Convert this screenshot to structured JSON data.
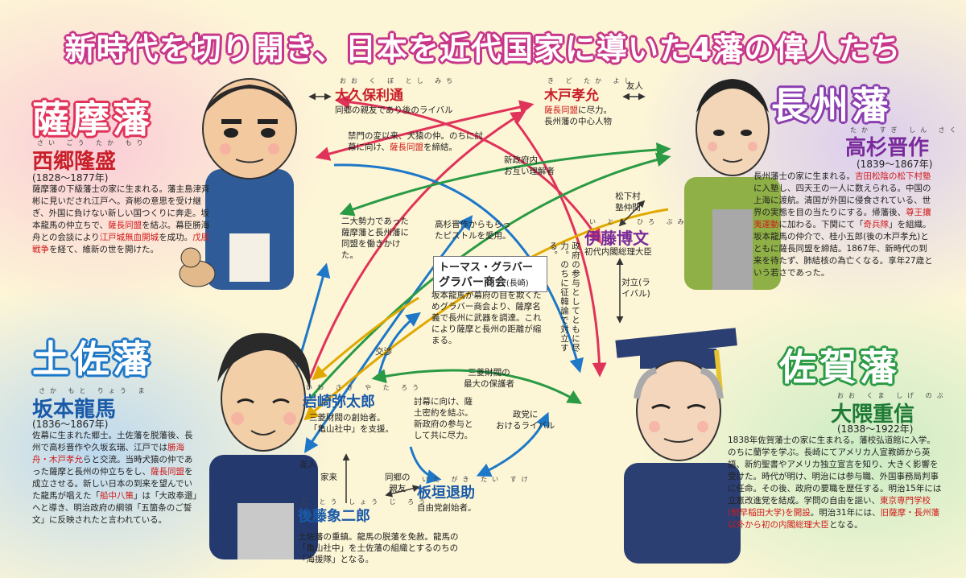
{
  "title": "新時代を切り開き、日本を近代国家に導いた4藩の偉人たち",
  "domains": {
    "satsuma": "薩摩藩",
    "choshu": "長州藩",
    "tosa": "土佐藩",
    "saga": "佐賀藩"
  },
  "people": {
    "saigo": {
      "ruby": "さい ごう たか もり",
      "name": "西郷隆盛",
      "years": "(1828〜1877年)",
      "bio": [
        {
          "t": "薩摩藩の下級藩士の家に生まれる。藩主島津斉彬に見いだされ江戸へ。斉彬の意思を受け継ぎ、外国に負けない新しい国つくりに奔走。坂本龍馬の仲立ちで、"
        },
        {
          "t": "薩長同盟",
          "hl": true
        },
        {
          "t": "を結ぶ。幕臣勝海舟との会談により"
        },
        {
          "t": "江戸城無血開城",
          "hl": true
        },
        {
          "t": "を成功。"
        },
        {
          "t": "戊辰戦争",
          "hl": true
        },
        {
          "t": "を経て、維新の世を開けた。"
        }
      ]
    },
    "okubo": {
      "ruby": "おお く ぼ とし みち",
      "name": "大久保利通",
      "desc": "同郷の親友であり後のライバル"
    },
    "kido": {
      "ruby": "き ど たか よし",
      "name": "木戸孝允",
      "desc_hl": "薩長同盟",
      "desc_rest": "に尽力。",
      "desc2": "長州藩の中心人物",
      "friend": "友人"
    },
    "takasugi": {
      "ruby": "たか すぎ しん さく",
      "name": "高杉晋作",
      "years": "(1839〜1867年)",
      "bio": [
        {
          "t": "長州藩士の家に生まれる。"
        },
        {
          "t": "吉田松陰の松下村塾",
          "hl": true
        },
        {
          "t": "に入塾し、四天王の一人に数えられる。中国の上海に渡航。清国が外国に侵食されている、世界の実態を目の当たりにする。帰藩後、"
        },
        {
          "t": "尊王攘夷運動",
          "hl": true
        },
        {
          "t": "に加わる。下関にて「"
        },
        {
          "t": "奇兵隊",
          "hl": true
        },
        {
          "t": "」を組織。坂本龍馬の仲介で、桂小五郎(後の木戸孝允)とともに薩長同盟を締結。1867年、新時代の到来を待たず、肺結核の為亡くなる。享年27歳という若さであった。"
        }
      ]
    },
    "ito": {
      "ruby": "い とう ひろ ぶみ",
      "name": "伊藤博文",
      "desc": "初代内閣総理大臣",
      "sonjuku": "松下村塾仲間"
    },
    "glover": {
      "name1": "トーマス・グラバー",
      "name2": "グラバー商会",
      "name2_sub": "(長崎)",
      "desc": "坂本龍馬が幕府の目を欺くためグラバー商会より、薩摩名義で長州に武器を調達。これにより薩摩と長州の距離が縮まる。"
    },
    "sakamoto": {
      "ruby": "さか もと りょう ま",
      "name": "坂本龍馬",
      "years": "(1836〜1867年)",
      "bio": [
        {
          "t": "佐幕に生まれた郷士。土佐藩を脱藩後、長州で高杉晋作や久坂玄瑞、江戸では"
        },
        {
          "t": "勝海舟・木戸孝允",
          "hl": true
        },
        {
          "t": "らと交流。当時犬猿の仲であった薩摩と長州の仲立ちをし、"
        },
        {
          "t": "薩長同盟",
          "hl": true
        },
        {
          "t": "を成立させる。新しい日本の到来を望んでいた龍馬が唱えた「"
        },
        {
          "t": "船中八策",
          "hl": true
        },
        {
          "t": "」は「大政奉還」へと導き、明治政府の綱領「五箇条のご誓文」に反映されたと言われている。"
        }
      ]
    },
    "iwasaki": {
      "ruby": "いわ さき や た ろう",
      "name": "岩崎弥太郎",
      "desc1": "三菱財閥の創始者。",
      "desc2": "「亀山社中」を支援。"
    },
    "goto": {
      "ruby": "ご とう しょう じ ろう",
      "name": "後藤象二郎",
      "desc": "土佐藩の重鎮。龍馬の脱藩を免赦。龍馬の「亀山社中」を土佐藩の組織とするのちの「海援隊」となる。"
    },
    "itagaki": {
      "ruby": "いた がき たい すけ",
      "name": "板垣退助",
      "desc": "自由党創始者。"
    },
    "okuma": {
      "ruby": "おお くま しげ のぶ",
      "name": "大隈重信",
      "years": "(1838〜1922年)",
      "bio": [
        {
          "t": "1838年佐賀藩士の家に生まれる。藩校弘道館に入学。のちに蘭学を学ぶ。長崎にてアメリカ人宣教師から英語、新約聖書やアメリカ独立宣言を知り、大きく影響を受けた。時代が明け、明治には参与職、外国事務局判事に任命。その後、政府の要職を歴任する。明治15年には立憲改進党を結成。学問の自由を謳い、"
        },
        {
          "t": "東京専門学校(現早稲田大学)を開設",
          "hl": true
        },
        {
          "t": "。明治31年には、"
        },
        {
          "t": "旧薩摩・長州藩以外から初の内閣総理大臣",
          "hl": true
        },
        {
          "t": "となる。"
        }
      ]
    }
  },
  "relations": {
    "kinmon": "禁門の変以来、犬猿の仲。のちに討幕に向け、",
    "kinmon_hl": "薩長同盟",
    "kinmon_rest": "を締結。",
    "rikaisha1": "新政府内",
    "rikaisha2": "お互い理解者",
    "niodai": "二大勢力であった薩摩藩と長州藩に同盟を働きかけた。",
    "pistol": "高杉晋作からもらったピストルを愛用。",
    "seifu": "政府の参与としてともに尽力。のちに征韓論で対立する。",
    "taiketsu": "対立(ライバル)",
    "kosho": "交渉",
    "mitsubishi1": "三菱財閥の",
    "mitsubishi2": "最大の保護者",
    "tobaku": "討幕に向け、薩土密約を結ぶ。新政府の参与として共に尽力。",
    "seito1": "政党に",
    "seito2": "おけるライバル",
    "yujin": "友人",
    "kerai": "家来",
    "dokyo1": "同郷の",
    "dokyo2": "親友"
  },
  "colors": {
    "satsuma": "#e0335a",
    "choshu": "#8a3eb0",
    "tosa": "#1e78c8",
    "saga": "#2a9a45",
    "accent_red": "#d01a1a",
    "title_stroke": "#c8368a"
  }
}
